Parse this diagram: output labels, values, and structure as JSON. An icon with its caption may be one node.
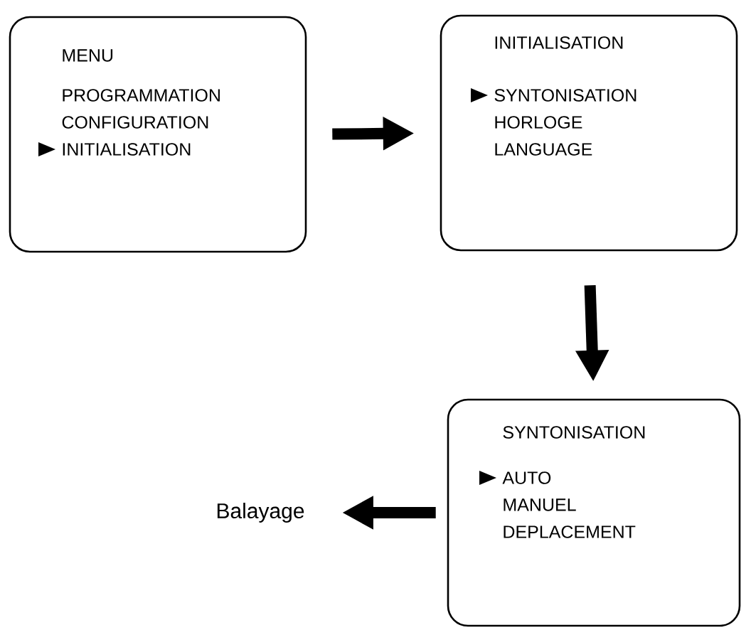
{
  "diagram": {
    "nodes": [
      {
        "text": [
          "MENU",
          "PROGRAMMATION",
          "CONFIGURATION",
          "INITIALISATION"
        ]
      },
      {
        "text": [
          "INITIALISATION",
          "SYNTONISATION",
          "HORLOGE",
          "LANGUAGE"
        ]
      },
      {
        "text": [
          "SYNTONISATION",
          "AUTO",
          "MANUEL",
          "DEPLACEMENT"
        ]
      },
      {
        "text": [
          "Balayage"
        ]
      }
    ],
    "edges": [
      {
        "from": 0,
        "to": 1,
        "arrow": "to"
      },
      {
        "from": 1,
        "to": 2,
        "arrow": "to"
      },
      {
        "from": 2,
        "to": 3,
        "arrow": "to"
      }
    ]
  }
}
